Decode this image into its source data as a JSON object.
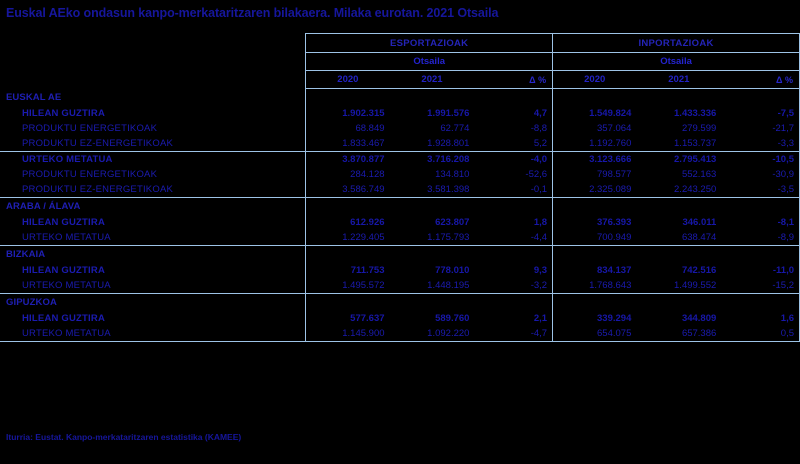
{
  "title": "Euskal AEko ondasun kanpo-merkataritzaren  bilakaera. Milaka eurotan. 2021 Otsaila",
  "footer": "Iturria: Eustat. Kanpo-merkataritzaren estatistika (KAMEE)",
  "colors": {
    "background": "#000000",
    "border": "#9dc3e6",
    "text": "#1b1bb0",
    "title": "#16169c"
  },
  "header": {
    "groups": [
      {
        "label": "ESPORTAZIOAK"
      },
      {
        "label": "INPORTAZIOAK"
      }
    ],
    "month_export": "Otsaila",
    "month_import": "Otsaila",
    "cols": {
      "y2020": "2020",
      "y2021": "2021",
      "delta": "Δ %"
    }
  },
  "sections": [
    {
      "name": "EUSKAL AE",
      "rows": [
        {
          "label": "HILEAN GUZTIRA",
          "bold": true,
          "topline": false,
          "exp": {
            "y2020": "1.902.315",
            "y2021": "1.991.576",
            "delta": "4,7"
          },
          "imp": {
            "y2020": "1.549.824",
            "y2021": "1.433.336",
            "delta": "-7,5"
          }
        },
        {
          "label": "PRODUKTU ENERGETIKOAK",
          "bold": false,
          "topline": false,
          "exp": {
            "y2020": "68.849",
            "y2021": "62.774",
            "delta": "-8,8"
          },
          "imp": {
            "y2020": "357.064",
            "y2021": "279.599",
            "delta": "-21,7"
          }
        },
        {
          "label": "PRODUKTU EZ-ENERGETIKOAK",
          "bold": false,
          "topline": false,
          "exp": {
            "y2020": "1.833.467",
            "y2021": "1.928.801",
            "delta": "5,2"
          },
          "imp": {
            "y2020": "1.192.760",
            "y2021": "1.153.737",
            "delta": "-3,3"
          }
        },
        {
          "label": "URTEKO METATUA",
          "bold": true,
          "topline": true,
          "exp": {
            "y2020": "3.870.877",
            "y2021": "3.716.208",
            "delta": "-4,0"
          },
          "imp": {
            "y2020": "3.123.666",
            "y2021": "2.795.413",
            "delta": "-10,5"
          }
        },
        {
          "label": "PRODUKTU ENERGETIKOAK",
          "bold": false,
          "topline": false,
          "exp": {
            "y2020": "284.128",
            "y2021": "134.810",
            "delta": "-52,6"
          },
          "imp": {
            "y2020": "798.577",
            "y2021": "552.163",
            "delta": "-30,9"
          }
        },
        {
          "label": "PRODUKTU EZ-ENERGETIKOAK",
          "bold": false,
          "topline": false,
          "exp": {
            "y2020": "3.586.749",
            "y2021": "3.581.398",
            "delta": "-0,1"
          },
          "imp": {
            "y2020": "2.325.089",
            "y2021": "2.243.250",
            "delta": "-3,5"
          }
        }
      ]
    },
    {
      "name": "ARABA / ÁLAVA",
      "rows": [
        {
          "label": "HILEAN GUZTIRA",
          "bold": true,
          "topline": false,
          "exp": {
            "y2020": "612.926",
            "y2021": "623.807",
            "delta": "1,8"
          },
          "imp": {
            "y2020": "376.393",
            "y2021": "346.011",
            "delta": "-8,1"
          }
        },
        {
          "label": "URTEKO METATUA",
          "bold": false,
          "topline": false,
          "exp": {
            "y2020": "1.229.405",
            "y2021": "1.175.793",
            "delta": "-4,4"
          },
          "imp": {
            "y2020": "700.949",
            "y2021": "638.474",
            "delta": "-8,9"
          }
        }
      ]
    },
    {
      "name": "BIZKAIA",
      "rows": [
        {
          "label": "HILEAN GUZTIRA",
          "bold": true,
          "topline": false,
          "exp": {
            "y2020": "711.753",
            "y2021": "778.010",
            "delta": "9,3"
          },
          "imp": {
            "y2020": "834.137",
            "y2021": "742.516",
            "delta": "-11,0"
          }
        },
        {
          "label": "URTEKO METATUA",
          "bold": false,
          "topline": false,
          "exp": {
            "y2020": "1.495.572",
            "y2021": "1.448.195",
            "delta": "-3,2"
          },
          "imp": {
            "y2020": "1.768.643",
            "y2021": "1.499.552",
            "delta": "-15,2"
          }
        }
      ]
    },
    {
      "name": "GIPUZKOA",
      "rows": [
        {
          "label": "HILEAN GUZTIRA",
          "bold": true,
          "topline": false,
          "exp": {
            "y2020": "577.637",
            "y2021": "589.760",
            "delta": "2,1"
          },
          "imp": {
            "y2020": "339.294",
            "y2021": "344.809",
            "delta": "1,6"
          }
        },
        {
          "label": "URTEKO METATUA",
          "bold": false,
          "topline": false,
          "exp": {
            "y2020": "1.145.900",
            "y2021": "1.092.220",
            "delta": "-4,7"
          },
          "imp": {
            "y2020": "654.075",
            "y2021": "657.386",
            "delta": "0,5"
          }
        }
      ]
    }
  ]
}
